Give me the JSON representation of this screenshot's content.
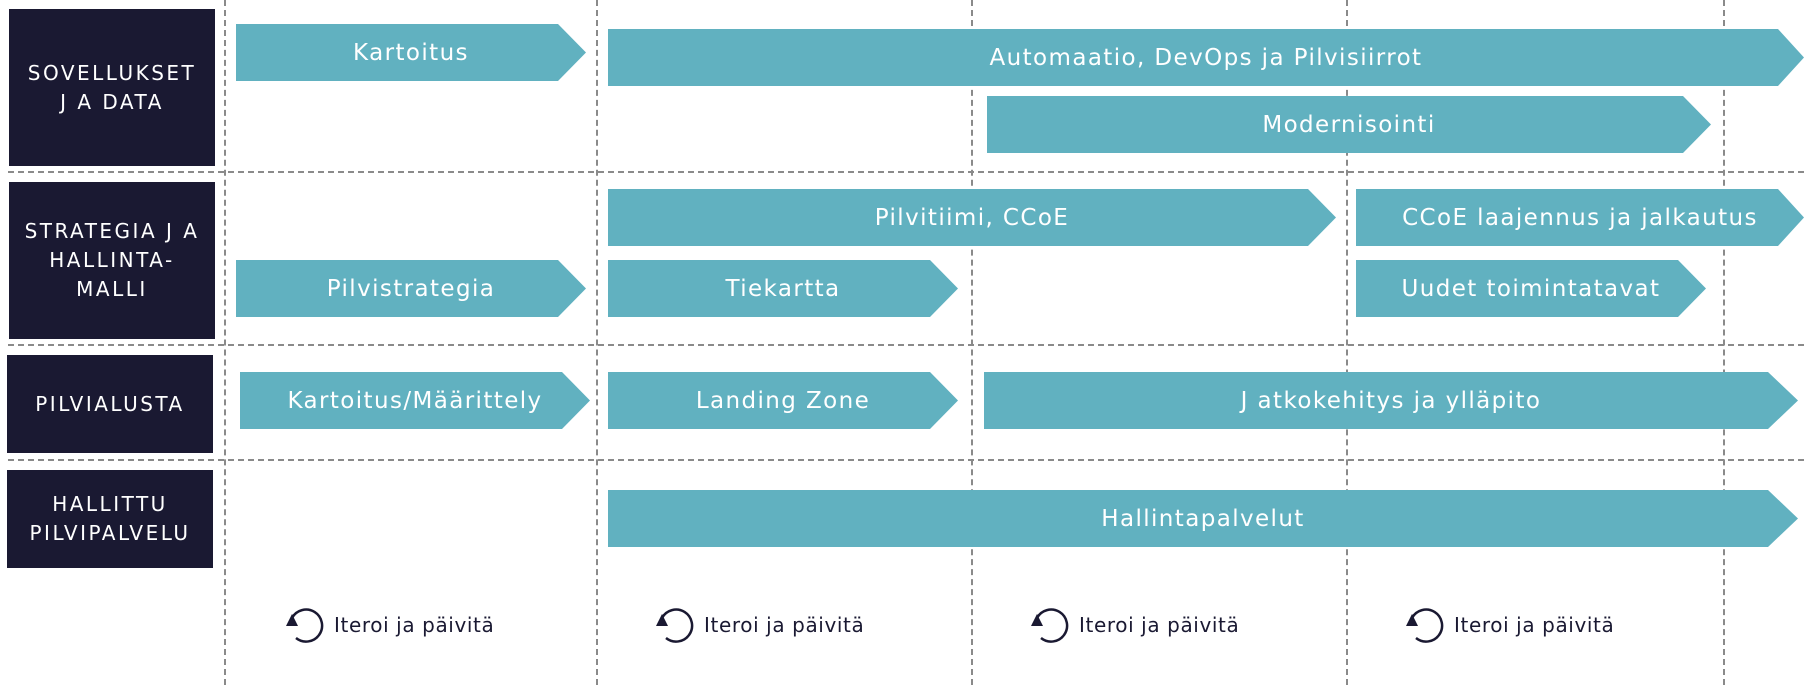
{
  "rows": [
    {
      "label": "SOVELLUKSET\nJ A DATA"
    },
    {
      "label": "STRATEGIA J A\nHALLINTA-\nMALLI"
    },
    {
      "label": "PILVIALUSTA"
    },
    {
      "label": "HALLITTU\nPILVIPALVELU"
    }
  ],
  "bars": {
    "kartoitus": "Kartoitus",
    "automaatio": "Automaatio, DevOps ja Pilvisiirrot",
    "modernisointi": "Modernisointi",
    "pilvitiimi": "Pilvitiimi, CCoE",
    "ccoe_laajennus": "CCoE laajennus ja jalkautus",
    "pilvistrategia": "Pilvistrategia",
    "tiekartta": "Tiekartta",
    "uudet_toimintatavat": "Uudet toimintatavat",
    "kartoitus_maarittely": "Kartoitus/Määrittely",
    "landing_zone": "Landing Zone",
    "jatkokehitys": "J atkokehitys ja ylläpito",
    "hallintapalvelut": "Hallintapalvelut"
  },
  "iterate": [
    {
      "label": "Iteroi ja päivitä",
      "icon": "cycle-arrow-icon"
    },
    {
      "label": "Iteroi ja päivitä",
      "icon": "cycle-arrow-icon"
    },
    {
      "label": "Iteroi ja päivitä",
      "icon": "cycle-arrow-icon"
    },
    {
      "label": "Iteroi ja päivitä",
      "icon": "cycle-arrow-icon"
    }
  ],
  "colors": {
    "label_bg": "#1a1932",
    "bar": "#61b1c0",
    "grid": "#8a8a8a"
  }
}
